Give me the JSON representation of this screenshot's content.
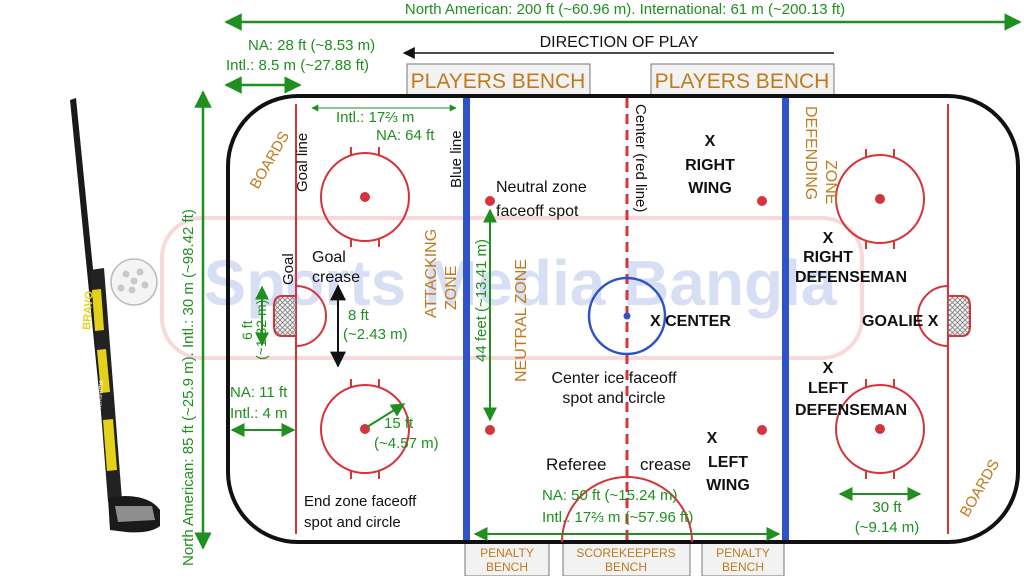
{
  "colors": {
    "green": "#1f8f1f",
    "red": "#d4343a",
    "blue": "#2e53c8",
    "gold": "#c07a1e",
    "black": "#111111"
  },
  "labels": {
    "top_dimension": "North American: 200 ft (~60.96 m). International: 61 m (~200.13 ft)",
    "left_dimension": "North American: 85 ft (~25.9 m). Intl.: 30 m (~98.42 ft)",
    "direction_of_play": "DIRECTION OF PLAY",
    "na_28": "NA: 28 ft (~8.53 m)",
    "intl_85": "Intl.: 8.5 m (~27.88 ft)",
    "players_bench_left": "PLAYERS BENCH",
    "players_bench_right": "PLAYERS BENCH",
    "intl_17": "Intl.: 17⅔ m",
    "na_64": "NA: 64 ft",
    "boards_left": "BOARDS",
    "boards_right": "BOARDS",
    "goal_line": "Goal line",
    "blue_line": "Blue line",
    "center_red_line": "Center (red line)",
    "neutral_spot_1": "Neutral zone",
    "neutral_spot_2": "faceoff spot",
    "attacking_zone_1": "ATTACKING",
    "attacking_zone_2": "ZONE",
    "neutral_zone": "NEUTRAL ZONE",
    "defending_zone_1": "DEFENDING",
    "defending_zone_2": "ZONE",
    "goal": "Goal",
    "goal_crease_1": "Goal",
    "goal_crease_2": "crease",
    "six_ft_1": "6 ft",
    "six_ft_2": "(~1.82 m)",
    "eight_ft_1": "8 ft",
    "eight_ft_2": "(~2.43 m)",
    "forty_four": "44 feet (~13.41 m)",
    "na_11": "NA: 11 ft",
    "intl_4": "Intl.: 4 m",
    "fifteen_1": "15 ft",
    "fifteen_2": "(~4.57 m)",
    "end_zone_1": "End zone faceoff",
    "end_zone_2": "spot and circle",
    "center_ice_1": "Center ice faceoff",
    "center_ice_2": "spot and circle",
    "referee": "Referee",
    "crease": "crease",
    "na_50": "NA: 50 ft (~15.24 m)",
    "intl_57": "Intl.: 17⅔ m (~57.96 ft)",
    "thirty_1": "30 ft",
    "thirty_2": "(~9.14 m)",
    "penalty_bench_left_1": "PENALTY",
    "penalty_bench_left_2": "BENCH",
    "scorekeepers_1": "SCOREKEEPERS",
    "scorekeepers_2": "BENCH",
    "penalty_bench_right_1": "PENALTY",
    "penalty_bench_right_2": "BENCH",
    "watermark": "Sports Media Bangla"
  },
  "players": {
    "x": "X",
    "right_wing_1": "RIGHT",
    "right_wing_2": "WING",
    "center": "X CENTER",
    "right_def_1": "RIGHT",
    "right_def_2": "DEFENSEMAN",
    "goalie": "GOALIE X",
    "left_def_1": "LEFT",
    "left_def_2": "DEFENSEMAN",
    "left_wing_1": "LEFT",
    "left_wing_2": "WING"
  },
  "equipment": {
    "stick_brand": "BRAVO",
    "stick_model": "TeXtreme"
  }
}
